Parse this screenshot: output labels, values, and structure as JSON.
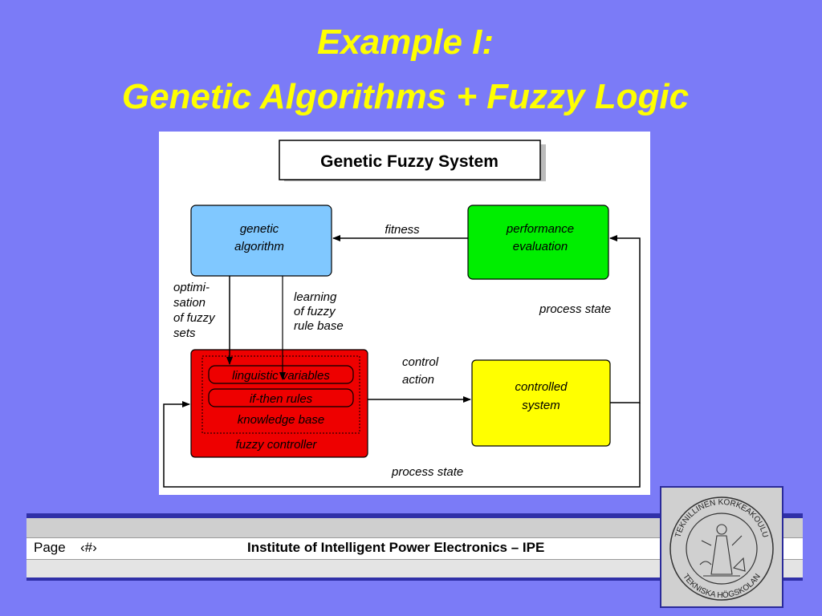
{
  "slide": {
    "title_line1": "Example I:",
    "title_line2": "Genetic Algorithms + Fuzzy Logic",
    "title_color": "#ffff00",
    "background_color": "#7b7bf7"
  },
  "diagram": {
    "heading": "Genetic Fuzzy System",
    "blocks": {
      "genetic_algorithm": {
        "line1": "genetic",
        "line2": "algorithm",
        "color": "#80c8ff"
      },
      "performance_evaluation": {
        "line1": "performance",
        "line2": "evaluation",
        "color": "#00ee00"
      },
      "fuzzy_controller": {
        "color": "#ee0000"
      },
      "controlled_system": {
        "line1": "controlled",
        "line2": "system",
        "color": "#ffff00"
      }
    },
    "inner_boxes": {
      "linguistic_variables": "linguistic variables",
      "if_then_rules": "if-then rules",
      "knowledge_base": "knowledge base",
      "fuzzy_controller": "fuzzy controller"
    },
    "labels": {
      "fitness": "fitness",
      "optimisation": [
        "optimi-",
        "sation",
        "of fuzzy",
        "sets"
      ],
      "learning": [
        "learning",
        "of fuzzy",
        "rule base"
      ],
      "process_state_right": "process state",
      "control_action": [
        "control",
        "action"
      ],
      "process_state_bottom": "process state"
    }
  },
  "footer": {
    "page_label": "Page",
    "page_number": "‹#›",
    "institute": "Institute of Intelligent Power Electronics – IPE",
    "seal_text_top": "TEKNILLINEN KORKEAKOULU",
    "seal_text_bottom": "TEKNISKA HÖGSKOLAN"
  }
}
